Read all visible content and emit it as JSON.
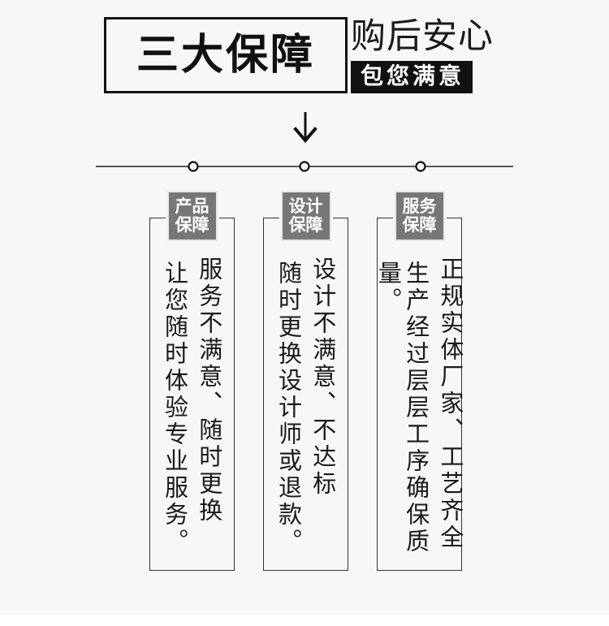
{
  "header": {
    "title_box_text": "三大保障",
    "tagline_main": "购后安心",
    "tagline_badge": "包您满意"
  },
  "divider": {
    "arrow_icon": "arrow-down-icon",
    "node_icon": "circle-node-icon",
    "node_count": 3
  },
  "cards": [
    {
      "badge_line1": "产品",
      "badge_line2": "保障",
      "text_primary": "服务不满意、随时更换",
      "text_secondary": "让您随时体验专业服务。"
    },
    {
      "badge_line1": "设计",
      "badge_line2": "保障",
      "text_primary": "设计不满意、不达标",
      "text_secondary": "随时更换设计师或退款。"
    },
    {
      "badge_line1": "服务",
      "badge_line2": "保障",
      "text_primary": "正规实体厂家、工艺齐全",
      "text_secondary": "生产经过层层工序确保质量。"
    }
  ],
  "colors": {
    "background": "#f7f7f7",
    "ink": "#111111",
    "badge_gray": "#777777",
    "card_border": "#333333"
  }
}
